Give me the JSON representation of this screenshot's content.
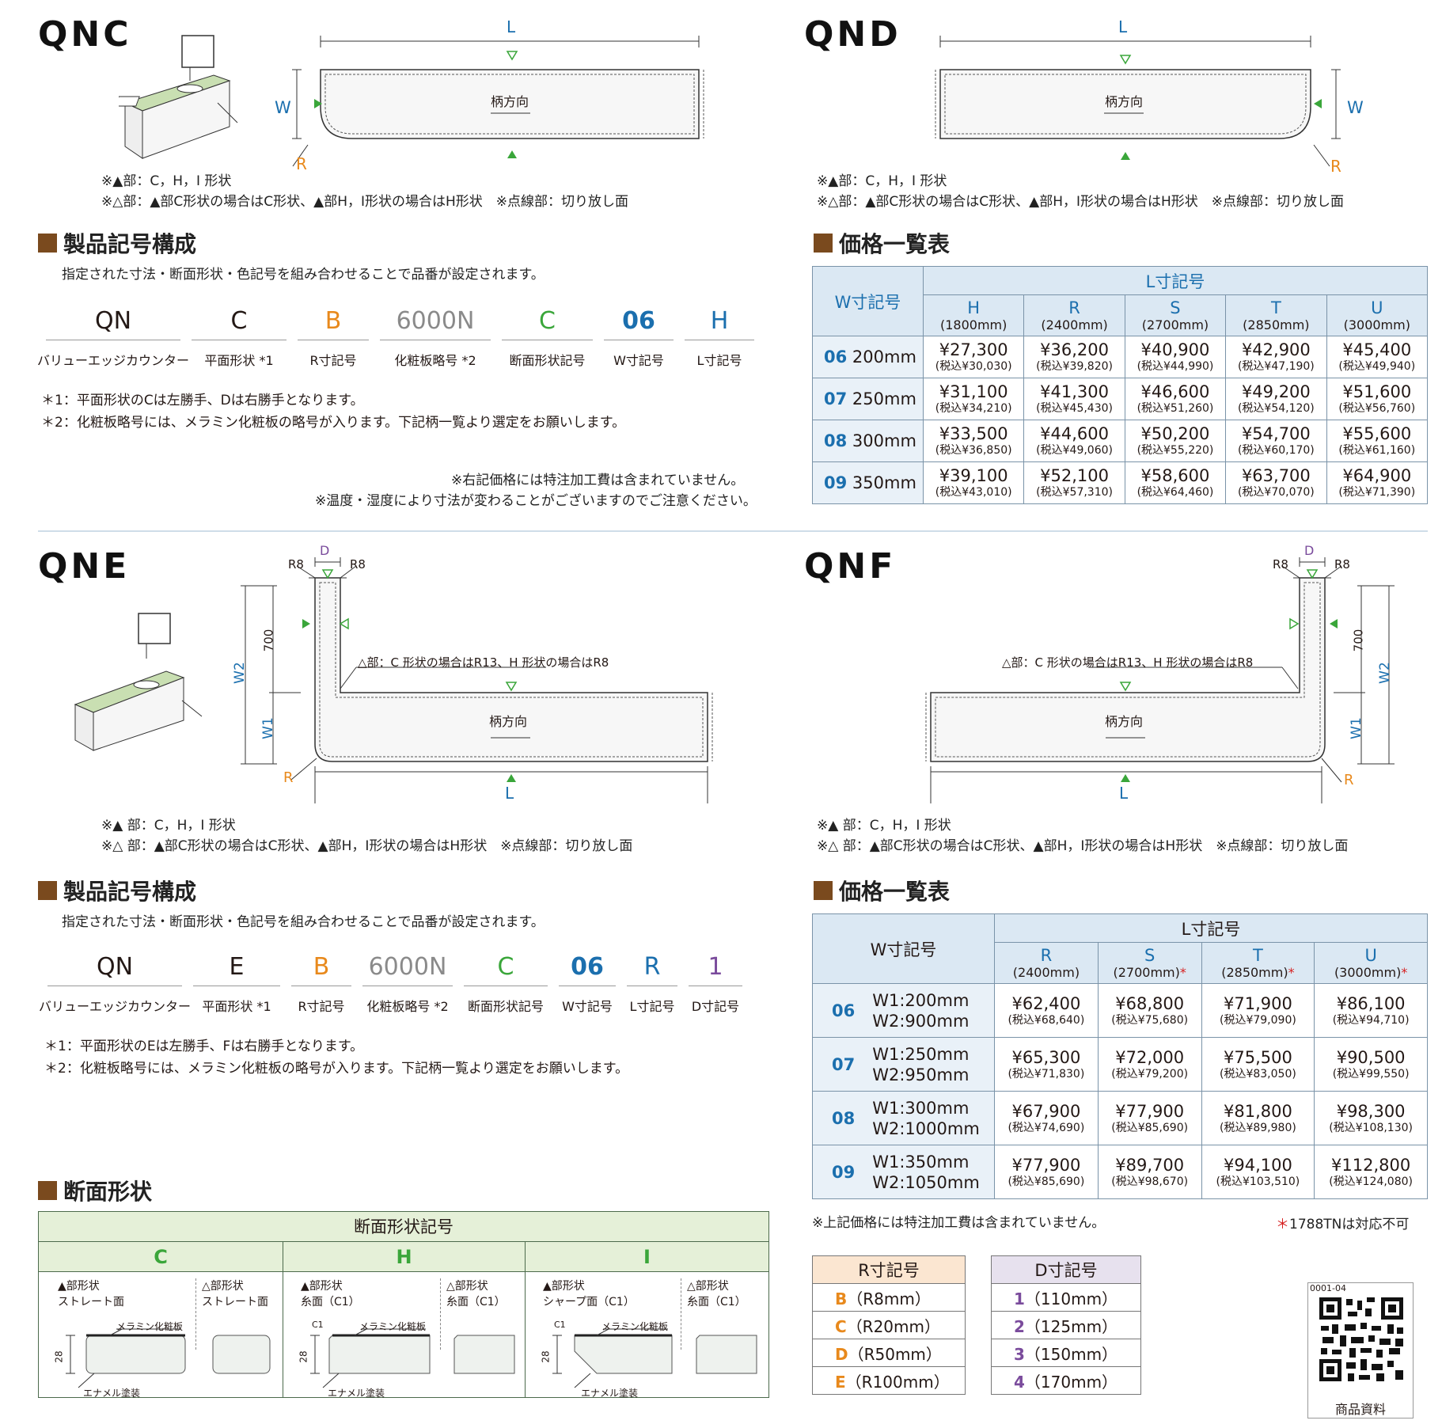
{
  "qnc": {
    "model": "QNC",
    "dim_L": "L",
    "dim_W": "W",
    "dim_R": "R",
    "grain": "柄方向",
    "note1": "※▲部：C，H，I 形状",
    "note2": "※△部：▲部C形状の場合はC形状、▲部H，I形状の場合はH形状　※点線部：切り放し面"
  },
  "qnd": {
    "model": "QND",
    "dim_L": "L",
    "dim_W": "W",
    "dim_R": "R",
    "grain": "柄方向",
    "note1": "※▲部：C，H，I 形状",
    "note2": "※△部：▲部C形状の場合はC形状、▲部H，I形状の場合はH形状　※点線部：切り放し面"
  },
  "section1": {
    "title": "製品記号構成",
    "desc": "指定された寸法・断面形状・色記号を組み合わせることで品番が設定されます。",
    "codes": [
      {
        "v": "QN",
        "l": "バリューエッジカウンター"
      },
      {
        "v": "C",
        "l": "平面形状 *1"
      },
      {
        "v": "B",
        "l": "R寸記号"
      },
      {
        "v": "6000N",
        "l": "化粧板略号 *2"
      },
      {
        "v": "C",
        "l": "断面形状記号"
      },
      {
        "v": "06",
        "l": "W寸記号"
      },
      {
        "v": "H",
        "l": "L寸記号"
      }
    ],
    "ast1": "＊1：平面形状のCは左勝手、Dは右勝手となります。",
    "ast2": "＊2：化粧板略号には、メラミン化粧板の略号が入ります。下記柄一覧より選定をお願いします。",
    "price_note1": "※右記価格には特注加工費は含まれていません。",
    "price_note2": "※温度・湿度により寸法が変わることがございますのでご注意ください。"
  },
  "price1": {
    "title": "価格一覧表",
    "w_header": "W寸記号",
    "l_header": "L寸記号",
    "cols": [
      {
        "code": "H",
        "mm": "(1800mm)"
      },
      {
        "code": "R",
        "mm": "(2400mm)"
      },
      {
        "code": "S",
        "mm": "(2700mm)"
      },
      {
        "code": "T",
        "mm": "(2850mm)"
      },
      {
        "code": "U",
        "mm": "(3000mm)"
      }
    ],
    "rows": [
      {
        "code": "06",
        "w": "200mm",
        "p": [
          "¥27,300",
          "¥36,200",
          "¥40,900",
          "¥42,900",
          "¥45,400"
        ],
        "t": [
          "(税込¥30,030)",
          "(税込¥39,820)",
          "(税込¥44,990)",
          "(税込¥47,190)",
          "(税込¥49,940)"
        ]
      },
      {
        "code": "07",
        "w": "250mm",
        "p": [
          "¥31,100",
          "¥41,300",
          "¥46,600",
          "¥49,200",
          "¥51,600"
        ],
        "t": [
          "(税込¥34,210)",
          "(税込¥45,430)",
          "(税込¥51,260)",
          "(税込¥54,120)",
          "(税込¥56,760)"
        ]
      },
      {
        "code": "08",
        "w": "300mm",
        "p": [
          "¥33,500",
          "¥44,600",
          "¥50,200",
          "¥54,700",
          "¥55,600"
        ],
        "t": [
          "(税込¥36,850)",
          "(税込¥49,060)",
          "(税込¥55,220)",
          "(税込¥60,170)",
          "(税込¥61,160)"
        ]
      },
      {
        "code": "09",
        "w": "350mm",
        "p": [
          "¥39,100",
          "¥52,100",
          "¥58,600",
          "¥63,700",
          "¥64,900"
        ],
        "t": [
          "(税込¥43,010)",
          "(税込¥57,310)",
          "(税込¥64,460)",
          "(税込¥70,070)",
          "(税込¥71,390)"
        ]
      }
    ]
  },
  "qne": {
    "model": "QNE",
    "dim_L": "L",
    "dim_D": "D",
    "r8": "R8",
    "dim_R": "R",
    "w1": "W1",
    "w2": "W2",
    "h700": "700",
    "grain": "柄方向",
    "inner": "△部：C 形状の場合はR13、H 形状の場合はR8",
    "note1": "※▲ 部：C，H，I 形状",
    "note2": "※△ 部：▲部C形状の場合はC形状、▲部H，I形状の場合はH形状　※点線部：切り放し面"
  },
  "qnf": {
    "model": "QNF",
    "dim_L": "L",
    "dim_D": "D",
    "r8": "R8",
    "dim_R": "R",
    "w1": "W1",
    "w2": "W2",
    "h700": "700",
    "grain": "柄方向",
    "inner": "△部：C 形状の場合はR13、H 形状の場合はR8",
    "note1": "※▲ 部：C，H，I 形状",
    "note2": "※△ 部：▲部C形状の場合はC形状、▲部H，I形状の場合はH形状　※点線部：切り放し面"
  },
  "section2": {
    "title": "製品記号構成",
    "desc": "指定された寸法・断面形状・色記号を組み合わせることで品番が設定されます。",
    "codes": [
      {
        "v": "QN",
        "l": "バリューエッジカウンター"
      },
      {
        "v": "E",
        "l": "平面形状 *1"
      },
      {
        "v": "B",
        "l": "R寸記号"
      },
      {
        "v": "6000N",
        "l": "化粧板略号 *2"
      },
      {
        "v": "C",
        "l": "断面形状記号"
      },
      {
        "v": "06",
        "l": "W寸記号"
      },
      {
        "v": "R",
        "l": "L寸記号"
      },
      {
        "v": "1",
        "l": "D寸記号"
      }
    ],
    "ast1": "＊1：平面形状のEは左勝手、Fは右勝手となります。",
    "ast2": "＊2：化粧板略号には、メラミン化粧板の略号が入ります。下記柄一覧より選定をお願いします。"
  },
  "price2": {
    "title": "価格一覧表",
    "w_header": "W寸記号",
    "l_header": "L寸記号",
    "cols": [
      {
        "code": "R",
        "mm": "(2400mm)",
        "star": ""
      },
      {
        "code": "S",
        "mm": "(2700mm)",
        "star": "*"
      },
      {
        "code": "T",
        "mm": "(2850mm)",
        "star": "*"
      },
      {
        "code": "U",
        "mm": "(3000mm)",
        "star": "*"
      }
    ],
    "rows": [
      {
        "code": "06",
        "w1": "W1:200mm",
        "w2": "W2:900mm",
        "p": [
          "¥62,400",
          "¥68,800",
          "¥71,900",
          "¥86,100"
        ],
        "t": [
          "(税込¥68,640)",
          "(税込¥75,680)",
          "(税込¥79,090)",
          "(税込¥94,710)"
        ]
      },
      {
        "code": "07",
        "w1": "W1:250mm",
        "w2": "W2:950mm",
        "p": [
          "¥65,300",
          "¥72,000",
          "¥75,500",
          "¥90,500"
        ],
        "t": [
          "(税込¥71,830)",
          "(税込¥79,200)",
          "(税込¥83,050)",
          "(税込¥99,550)"
        ]
      },
      {
        "code": "08",
        "w1": "W1:300mm",
        "w2": "W2:1000mm",
        "p": [
          "¥67,900",
          "¥77,900",
          "¥81,800",
          "¥98,300"
        ],
        "t": [
          "(税込¥74,690)",
          "(税込¥85,690)",
          "(税込¥89,980)",
          "(税込¥108,130)"
        ]
      },
      {
        "code": "09",
        "w1": "W1:350mm",
        "w2": "W2:1050mm",
        "p": [
          "¥77,900",
          "¥89,700",
          "¥94,100",
          "¥112,800"
        ],
        "t": [
          "(税込¥85,690)",
          "(税込¥98,670)",
          "(税込¥103,510)",
          "(税込¥124,080)"
        ]
      }
    ],
    "note": "※上記価格には特注加工費は含まれていません。",
    "note_star": "＊",
    "note_right": "1788TNは対応不可"
  },
  "cross": {
    "title": "断面形状",
    "header": "断面形状記号",
    "cols": [
      {
        "code": "C",
        "a_label": "▲部形状",
        "a_name": "ストレート面",
        "b_label": "△部形状",
        "b_name": "ストレート面"
      },
      {
        "code": "H",
        "a_label": "▲部形状",
        "a_name": "糸面（C1）",
        "b_label": "△部形状",
        "b_name": "糸面（C1）"
      },
      {
        "code": "I",
        "a_label": "▲部形状",
        "a_name": "シャープ面（C1）",
        "b_label": "△部形状",
        "b_name": "糸面（C1）"
      }
    ],
    "melamine": "メラミン化粧板",
    "enamel": "エナメル塗装",
    "h28": "28",
    "c1": "C1"
  },
  "r_legend": {
    "header": "R寸記号",
    "items": [
      {
        "k": "B",
        "v": "（R8mm）"
      },
      {
        "k": "C",
        "v": "（R20mm）"
      },
      {
        "k": "D",
        "v": "（R50mm）"
      },
      {
        "k": "E",
        "v": "（R100mm）"
      }
    ]
  },
  "d_legend": {
    "header": "D寸記号",
    "items": [
      {
        "k": "1",
        "v": "（110mm）"
      },
      {
        "k": "2",
        "v": "（125mm）"
      },
      {
        "k": "3",
        "v": "（150mm）"
      },
      {
        "k": "4",
        "v": "（170mm）"
      }
    ]
  },
  "qr": {
    "code": "0001-04",
    "label": "商品資料"
  }
}
